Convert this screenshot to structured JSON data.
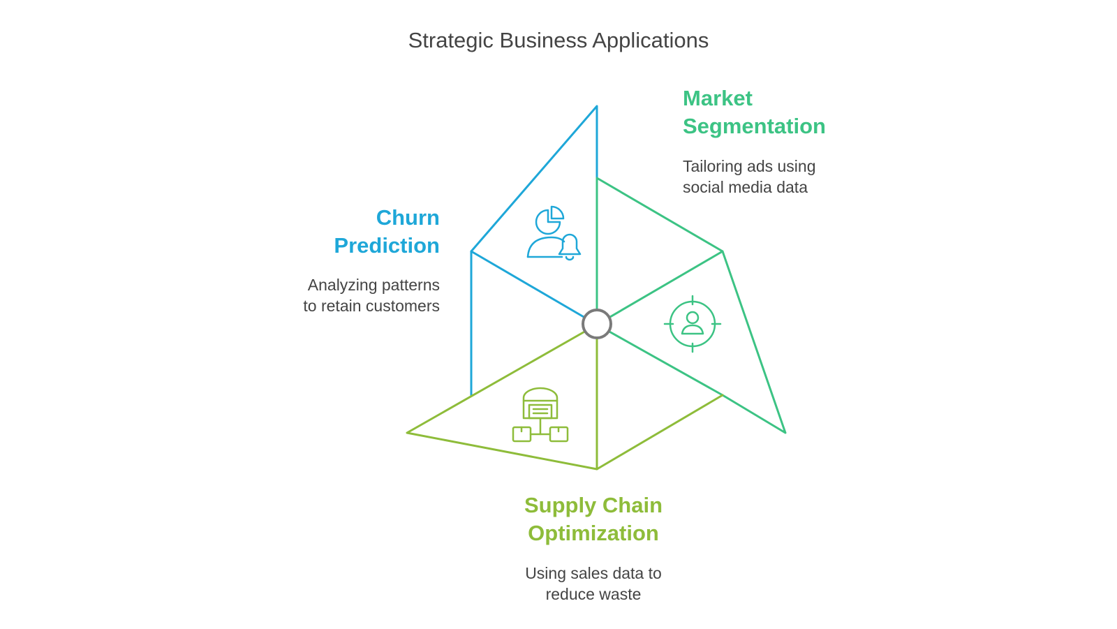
{
  "title": "Strategic Business Applications",
  "colors": {
    "blue": "#1ea7d8",
    "teal": "#3cc384",
    "lime": "#8ebc3a",
    "hub": "#7a7a7a",
    "text": "#444444"
  },
  "segments": [
    {
      "id": "market-segmentation",
      "heading_line1": "Market",
      "heading_line2": "Segmentation",
      "desc_line1": "Tailoring ads using",
      "desc_line2": "social media data",
      "icon": "target-person-icon",
      "color": "#3cc384"
    },
    {
      "id": "churn-prediction",
      "heading_line1": "Churn",
      "heading_line2": "Prediction",
      "desc_line1": "Analyzing patterns",
      "desc_line2": "to retain customers",
      "icon": "user-chart-bell-icon",
      "color": "#1ea7d8"
    },
    {
      "id": "supply-chain-optimization",
      "heading_line1": "Supply Chain",
      "heading_line2": "Optimization",
      "desc_line1": "Using sales data to",
      "desc_line2": "reduce waste",
      "icon": "warehouse-network-icon",
      "color": "#8ebc3a"
    }
  ]
}
